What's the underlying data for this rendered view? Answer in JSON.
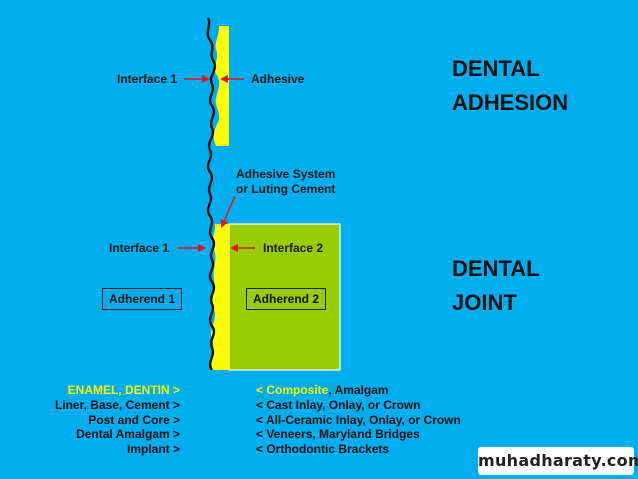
{
  "labels": {
    "interface1_top": "Interface 1",
    "adhesive": "Adhesive",
    "adhesive_system": [
      "Adhesive System",
      "or Luting Cement"
    ],
    "interface1_bottom": "Interface 1",
    "interface2": "Interface 2",
    "adherend1": "Adherend 1",
    "adherend2": "Adherend 2"
  },
  "headings": {
    "dental_adhesion": [
      "DENTAL",
      "ADHESION"
    ],
    "dental_joint": [
      "DENTAL",
      "JOINT"
    ]
  },
  "left_list": [
    "ENAMEL, DENTIN >",
    "Liner, Base, Cement >",
    "Post and Core >",
    "Dental Amalgam >",
    "Implant >"
  ],
  "right_list": {
    "first_highlight": "< Composite",
    "first_rest": ", Amalgam",
    "rest": [
      "< Cast Inlay, Onlay, or Crown",
      "< All-Ceramic Inlay, Onlay, or Crown",
      "< Veneers, Maryland Bridges",
      "< Orthodontic Brackets"
    ]
  },
  "watermark": "muhadharaty.com",
  "colors": {
    "background": "#00aeef",
    "adhesive_layer": "#ffff00",
    "adherend2_fill": "#99cc00",
    "arrow": "#e0141c",
    "highlight_text": "#f6f600"
  }
}
